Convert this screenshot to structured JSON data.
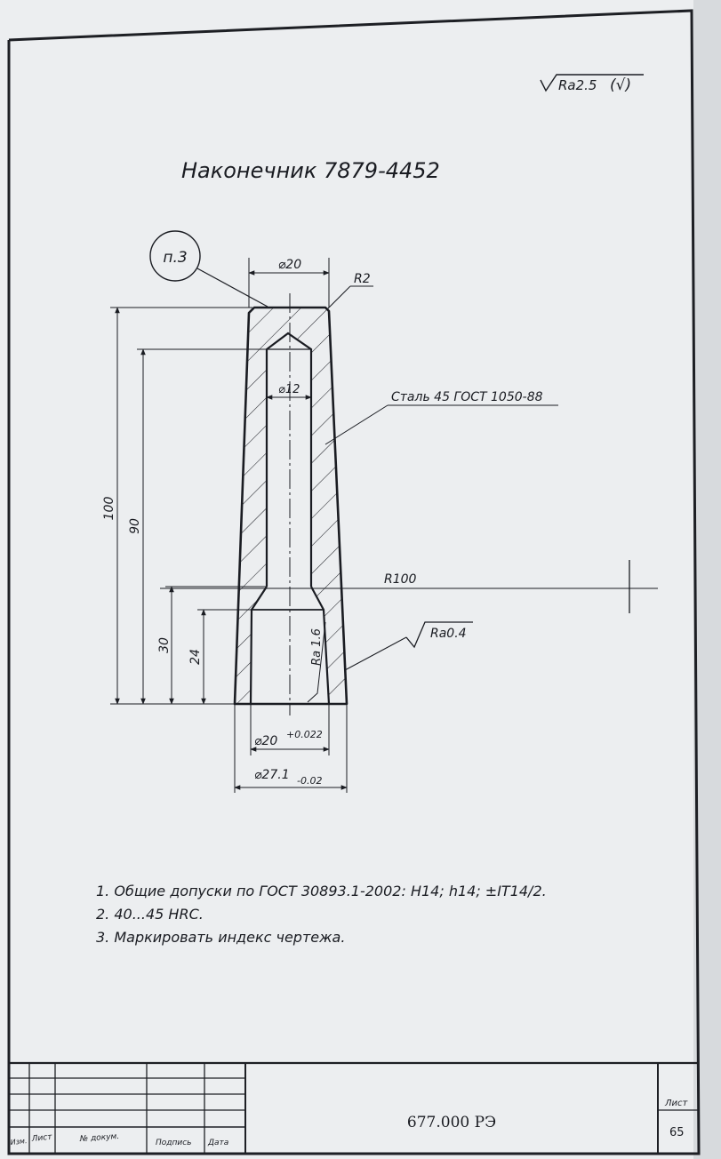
{
  "roughness_general": "Ra2.5",
  "title": "Наконечник 7879-4452",
  "callout": "п.3",
  "dimensions": {
    "top_diameter": "⌀20",
    "corner_radius": "R2",
    "bore_diameter": "⌀12",
    "overall_length": "100",
    "bore_depth": "90",
    "step_height": "30",
    "counterbore_depth": "24",
    "sphere_radius": "R100",
    "bottom_bore": "⌀20",
    "bottom_bore_tol": "+0.022",
    "bottom_outer": "⌀27.1",
    "bottom_outer_tol": "-0.02"
  },
  "material": "Сталь 45 ГОСТ 1050-88",
  "roughness_inner": "Ra 1.6",
  "roughness_outer": "Ra0.4",
  "notes": [
    "1. Общие допуски по ГОСТ 30893.1-2002: H14; h14; ±IT14/2.",
    "2. 40...45 HRC.",
    "3. Маркировать индекс чертежа."
  ],
  "title_block": {
    "doc_code": "677.000 РЭ",
    "sheet_label": "Лист",
    "sheet_number": "65",
    "col_izm": "Изм.",
    "col_list": "Лист",
    "col_doc": "№ докум.",
    "col_sign": "Подпись",
    "col_date": "Дата"
  }
}
